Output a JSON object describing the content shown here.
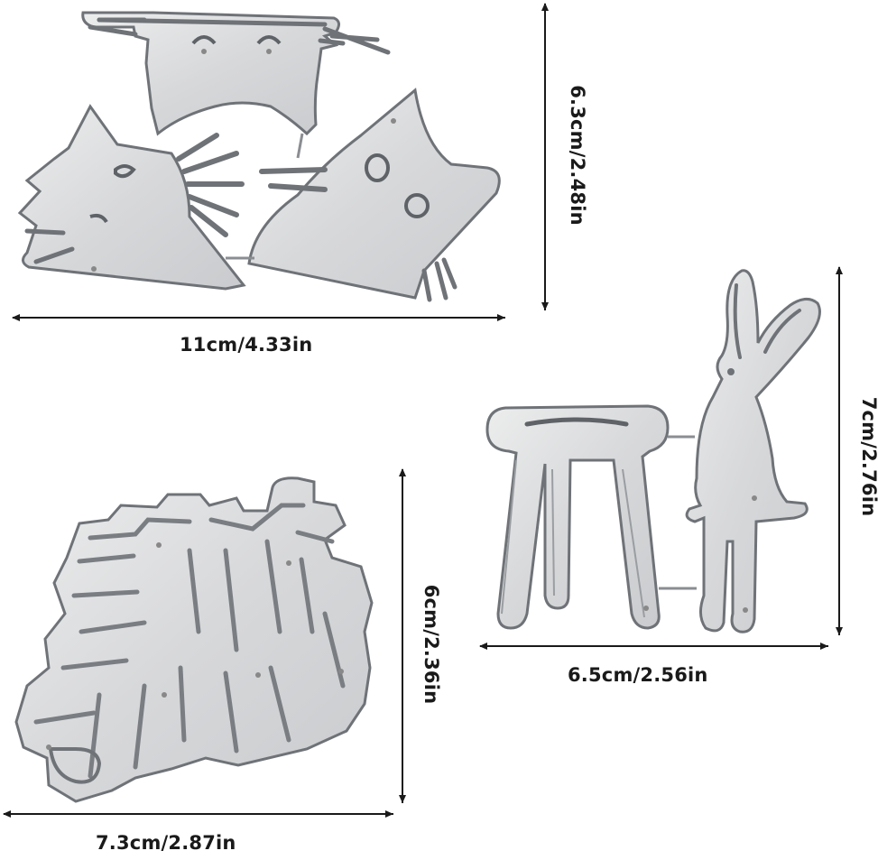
{
  "colors": {
    "metal_fill": "#d9dadc",
    "metal_edge": "#6f7378",
    "metal_highlight": "#f4f5f6",
    "line": "#1a1a1a",
    "background": "#ffffff"
  },
  "dimensions": {
    "cats_width": "11cm/4.33in",
    "cats_height": "6.3cm/2.48in",
    "bunny_width": "6.5cm/2.56in",
    "bunny_height": "7cm/2.76in",
    "birthday_width": "7.3cm/2.87in",
    "birthday_height": "6cm/2.36in"
  },
  "pieces": {
    "cats": "cat-faces-die",
    "bunny": "bunny-and-stool-die",
    "birthday": "happy-birthday-die"
  }
}
